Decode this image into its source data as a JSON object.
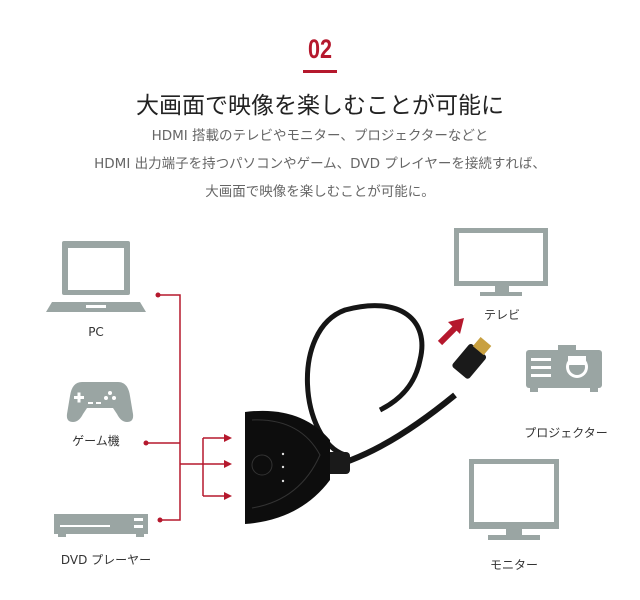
{
  "section_number": "02",
  "title": "大画面で映像を楽しむことが可能に",
  "description": [
    "HDMI 搭載のテレビやモニター、プロジェクターなどと",
    "HDMI 出力端子を持つパソコンやゲーム、DVD プレイヤーを接続すれば、",
    "大画面で映像を楽しむことが可能に。"
  ],
  "inputs": [
    {
      "label": "PC",
      "icon": "laptop-icon"
    },
    {
      "label": "ゲーム機",
      "icon": "gamepad-icon"
    },
    {
      "label": "DVD プレーヤー",
      "icon": "dvd-player-icon"
    }
  ],
  "outputs": [
    {
      "label": "テレビ",
      "icon": "tv-icon"
    },
    {
      "label": "プロジェクター",
      "icon": "projector-icon"
    },
    {
      "label": "モニター",
      "icon": "monitor-icon"
    }
  ],
  "colors": {
    "accent": "#b5182d",
    "icon_gray": "#9aa5a3",
    "device": "#111111"
  }
}
